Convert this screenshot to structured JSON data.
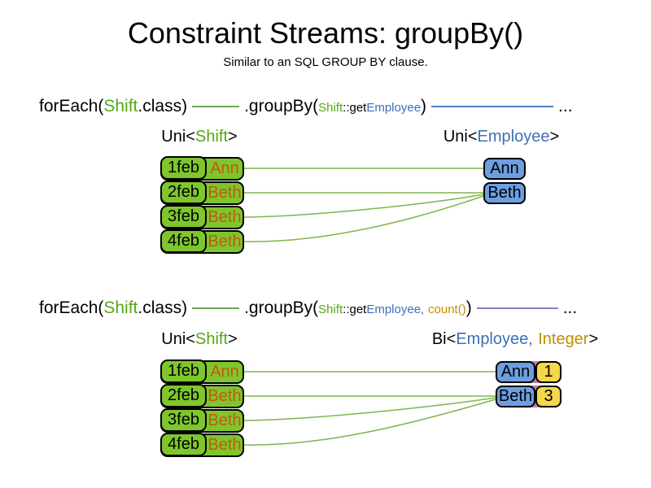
{
  "title": "Constraint Streams: groupBy()",
  "subtitle": "Similar to an SQL GROUP BY clause.",
  "colors": {
    "shift_green": "#55A716",
    "employee_blue": "#3D6FB4",
    "integer_gold": "#BF9000",
    "box_green": "#7EC62C",
    "name_orange": "#C45911",
    "box_blue": "#6D9EE0",
    "box_yellow": "#F6D74A",
    "pair_purple": "#C27BA0",
    "line_green": "#6AA84F",
    "line_blue": "#4A7EBB",
    "line_purple": "#8E7CC3",
    "connector_green": "#7FB54C"
  },
  "section1": {
    "code": {
      "foreach_open": "forEach(",
      "foreach_arg": "Shift",
      "foreach_close": ".class)",
      "groupby_open": ".groupBy(",
      "arg_class": "Shift",
      "arg_accessor": "::get",
      "arg_type": "Employee",
      "groupby_close": ")",
      "ellipsis": "..."
    },
    "left_label": {
      "open": "Uni<",
      "type": "Shift",
      "close": ">"
    },
    "right_label": {
      "open": "Uni<",
      "type": "Employee",
      "close": ">"
    },
    "shifts": [
      {
        "date": "1feb",
        "employee": "Ann"
      },
      {
        "date": "2feb",
        "employee": "Beth"
      },
      {
        "date": "3feb",
        "employee": "Beth"
      },
      {
        "date": "4feb",
        "employee": "Beth"
      }
    ],
    "groups": [
      {
        "employee": "Ann"
      },
      {
        "employee": "Beth"
      }
    ]
  },
  "section2": {
    "code": {
      "foreach_open": "forEach(",
      "foreach_arg": "Shift",
      "foreach_close": ".class)",
      "groupby_open": ".groupBy(",
      "arg_class": "Shift",
      "arg_accessor": "::get",
      "arg_type": "Employee,",
      "arg_collector": "count()",
      "groupby_close": ")",
      "ellipsis": "..."
    },
    "left_label": {
      "open": "Uni<",
      "type": "Shift",
      "close": ">"
    },
    "right_label": {
      "open": "Bi<",
      "type1": "Employee,",
      "type2": "Integer",
      "close": ">"
    },
    "shifts": [
      {
        "date": "1feb",
        "employee": "Ann"
      },
      {
        "date": "2feb",
        "employee": "Beth"
      },
      {
        "date": "3feb",
        "employee": "Beth"
      },
      {
        "date": "4feb",
        "employee": "Beth"
      }
    ],
    "groups": [
      {
        "employee": "Ann",
        "count": "1"
      },
      {
        "employee": "Beth",
        "count": "3"
      }
    ]
  }
}
